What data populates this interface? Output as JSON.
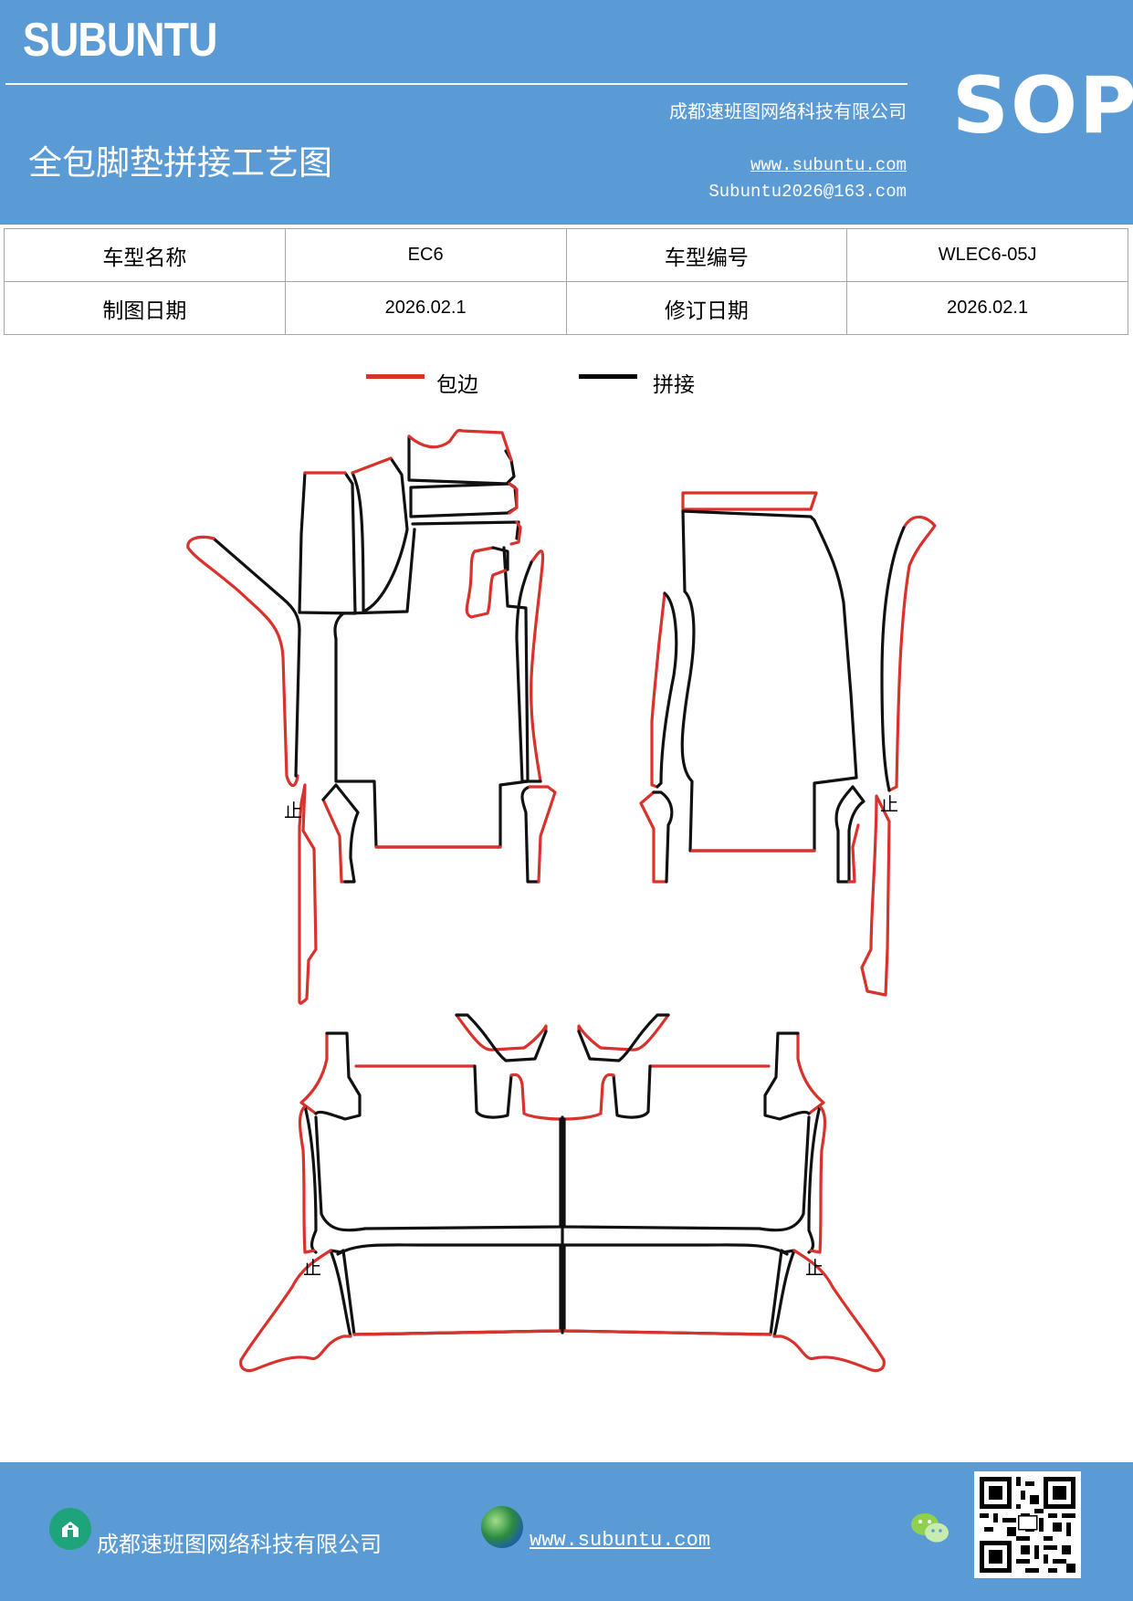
{
  "header": {
    "brand": "SUBUNTU",
    "company": "成都速班图网络科技有限公司",
    "title": "全包脚垫拼接工艺图",
    "website": "www.subuntu.com",
    "email": "Subuntu2026@163.com",
    "badge": "SOP",
    "background_color": "#5b9bd5"
  },
  "info_table": {
    "rows": [
      [
        {
          "label": "车型名称",
          "value": "EC6"
        },
        {
          "label": "车型编号",
          "value": "WLEC6-05J"
        }
      ],
      [
        {
          "label": "制图日期",
          "value": "2026.02.1"
        },
        {
          "label": "修订日期",
          "value": "2026.02.1"
        }
      ]
    ]
  },
  "legend": [
    {
      "label": "包边",
      "color": "#d9312b"
    },
    {
      "label": "拼接",
      "color": "#000000"
    }
  ],
  "diagram": {
    "stop_mark": "止",
    "edge_color": "#d9312b",
    "seam_color": "#111111"
  },
  "footer": {
    "company": "成都速班图网络科技有限公司",
    "website": "www.subuntu.com",
    "icons": [
      "building-icon",
      "globe-icon",
      "wechat-icon",
      "qr-code"
    ],
    "background_color": "#5b9bd5"
  }
}
